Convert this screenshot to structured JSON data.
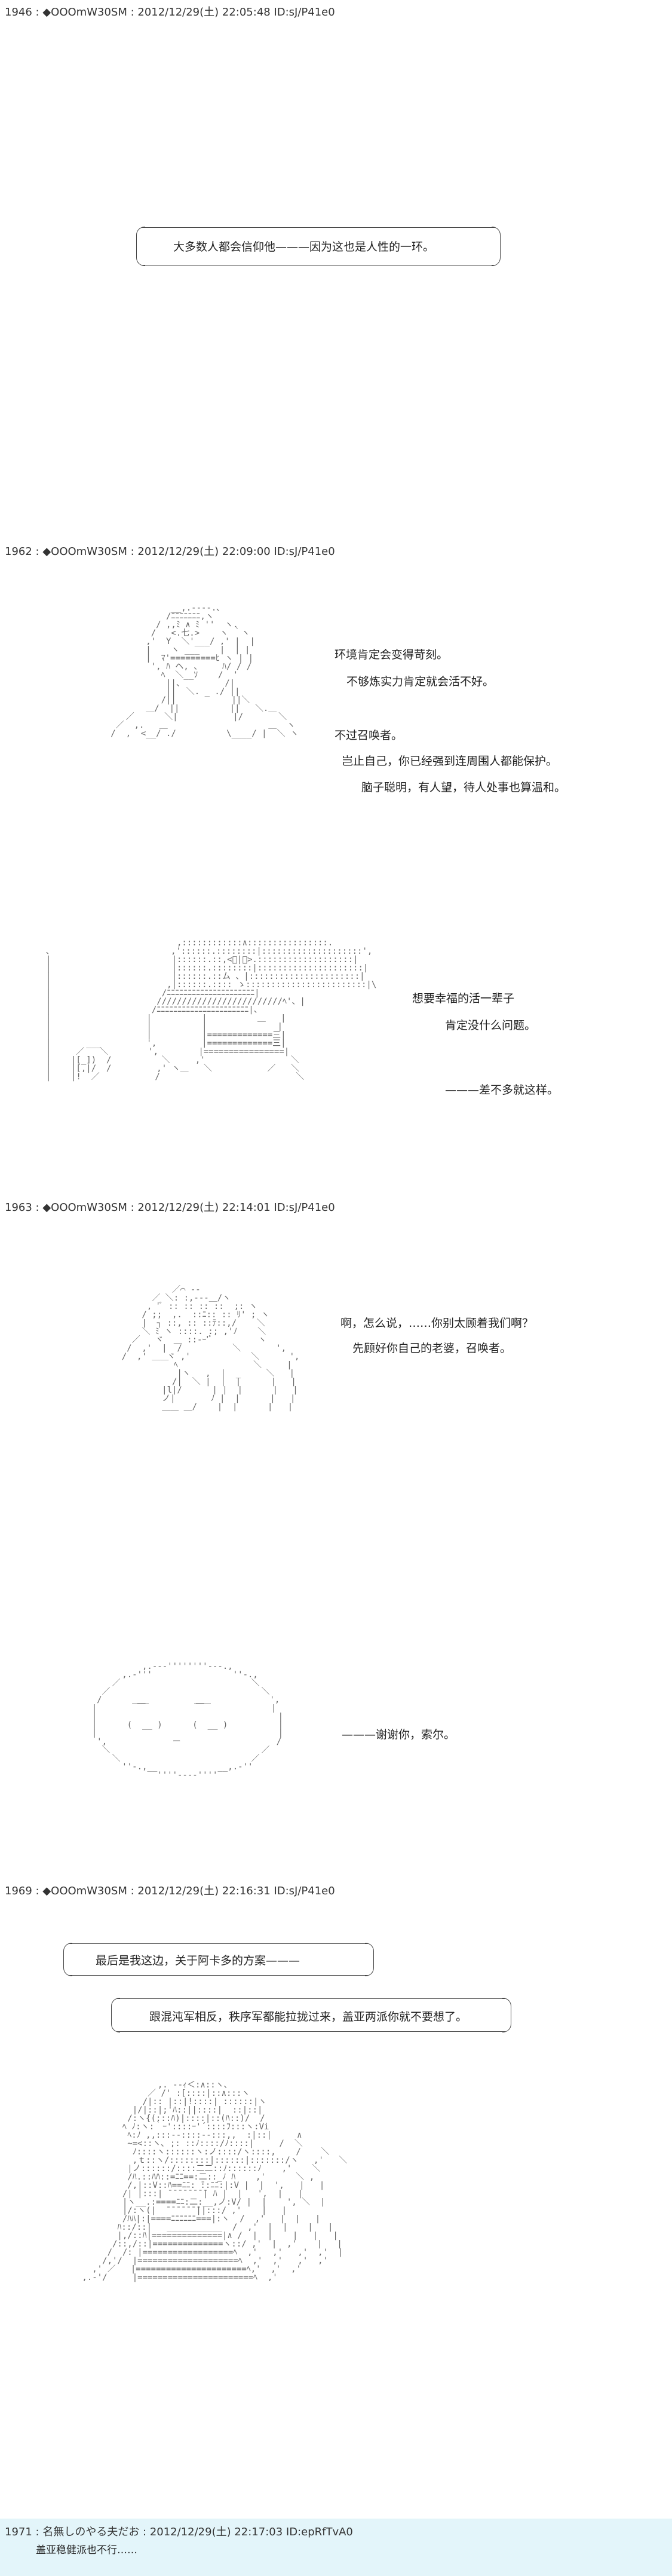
{
  "posts": [
    {
      "header": "1946 : ◆OOOmW30SM : 2012/12/29(土) 22:05:48 ID:sJ/P41e0",
      "bubble_text": "大多数人都会信仰他———因为这也是人性的一环。"
    },
    {
      "header": "1962 : ◆OOOmW30SM : 2012/12/29(土) 22:09:00 ID:sJ/P41e0",
      "lines_a": [
        "环境肯定会变得苛刻。",
        "不够炼实力肯定就会活不好。",
        "不过召唤者。",
        "岂止自己，你已经强到连周围人都能保护。",
        "脑子聪明，有人望，待人处事也算温和。"
      ],
      "lines_b": [
        "想要幸福的活一辈子",
        "肯定没什么问题。",
        "———差不多就这样。"
      ]
    },
    {
      "header": "1963 : ◆OOOmW30SM : 2012/12/29(土) 22:14:01 ID:sJ/P41e0",
      "lines_a": [
        "啊，怎么说，……你别太顾着我们啊？",
        "先顾好你自己的老婆，召唤者。"
      ],
      "lines_b": [
        "———谢谢你，索尔。"
      ]
    },
    {
      "header": "1969 : ◆OOOmW30SM : 2012/12/29(土) 22:16:31 ID:sJ/P41e0",
      "bubble1": "最后是我这边，关于阿卡多的方案———",
      "bubble2": "跟混沌军相反，秩序军都能拉拢过来，盖亚两派你就不要想了。"
    }
  ],
  "reply": {
    "header": "1971 : 名無しのやる夫だお : 2012/12/29(土) 22:17:03 ID:epRfTvA0",
    "text": "盖亚稳健派也不行……"
  }
}
